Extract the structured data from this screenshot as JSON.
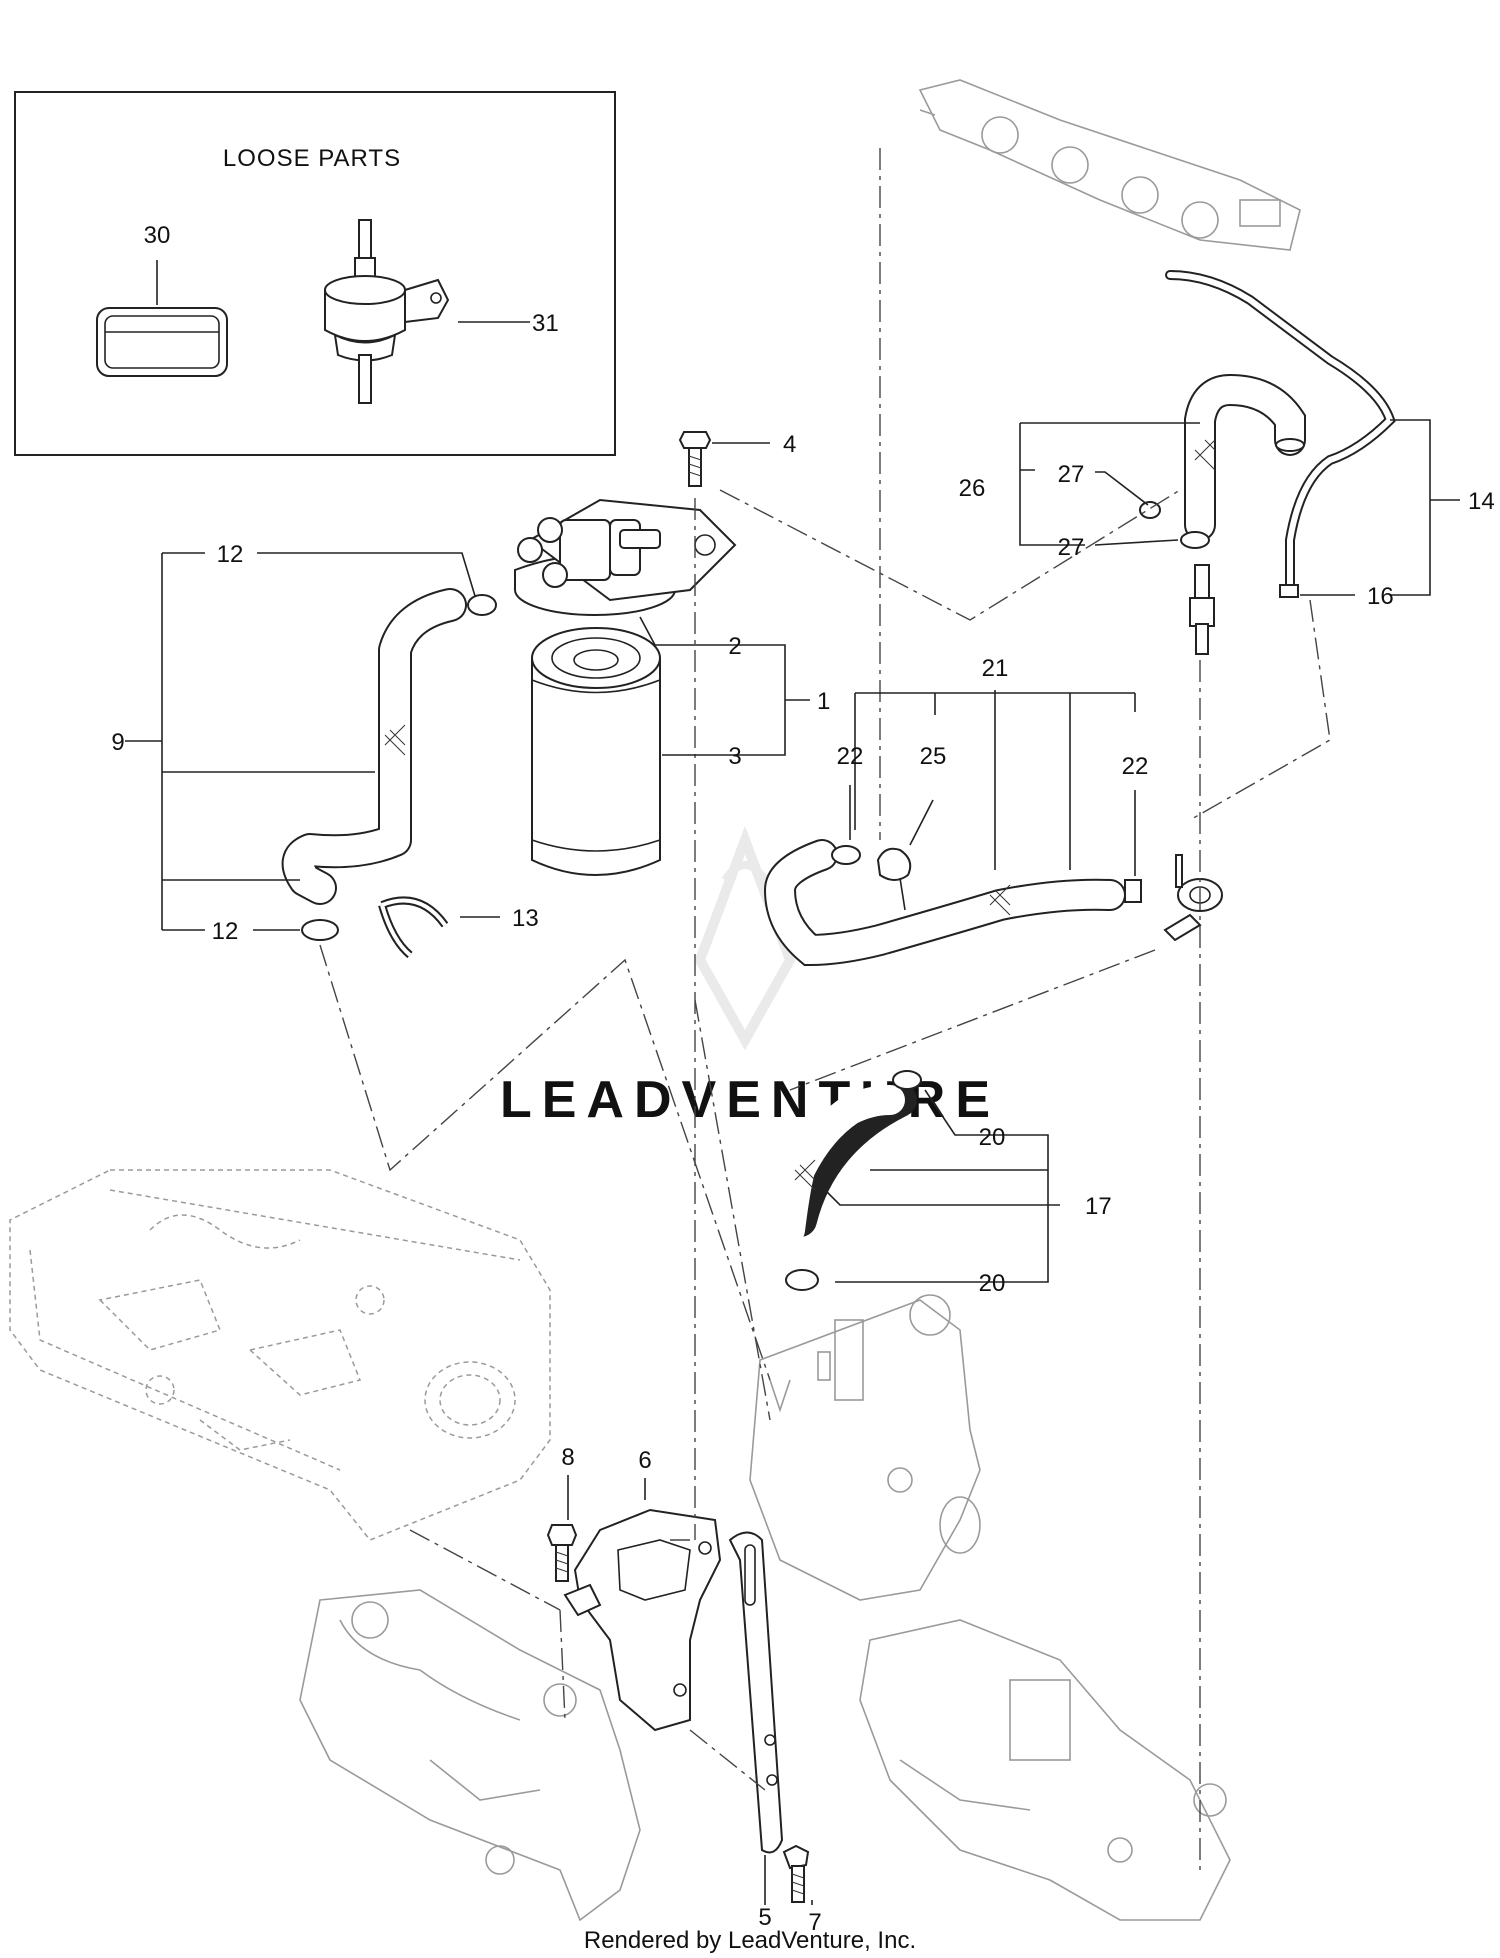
{
  "loose_parts": {
    "title": "LOOSE  PARTS",
    "items": [
      "30",
      "31"
    ]
  },
  "callouts": {
    "c1": "1",
    "c2": "2",
    "c3": "3",
    "c4": "4",
    "c5": "5",
    "c6": "6",
    "c7": "7",
    "c8": "8",
    "c9": "9",
    "c12a": "12",
    "c12b": "12",
    "c13": "13",
    "c14": "14",
    "c16": "16",
    "c17": "17",
    "c20a": "20",
    "c20b": "20",
    "c21": "21",
    "c22a": "22",
    "c22b": "22",
    "c25": "25",
    "c26": "26",
    "c27a": "27",
    "c27b": "27"
  },
  "watermark": "LEADVENTURE",
  "footer": "Rendered by LeadVenture, Inc."
}
